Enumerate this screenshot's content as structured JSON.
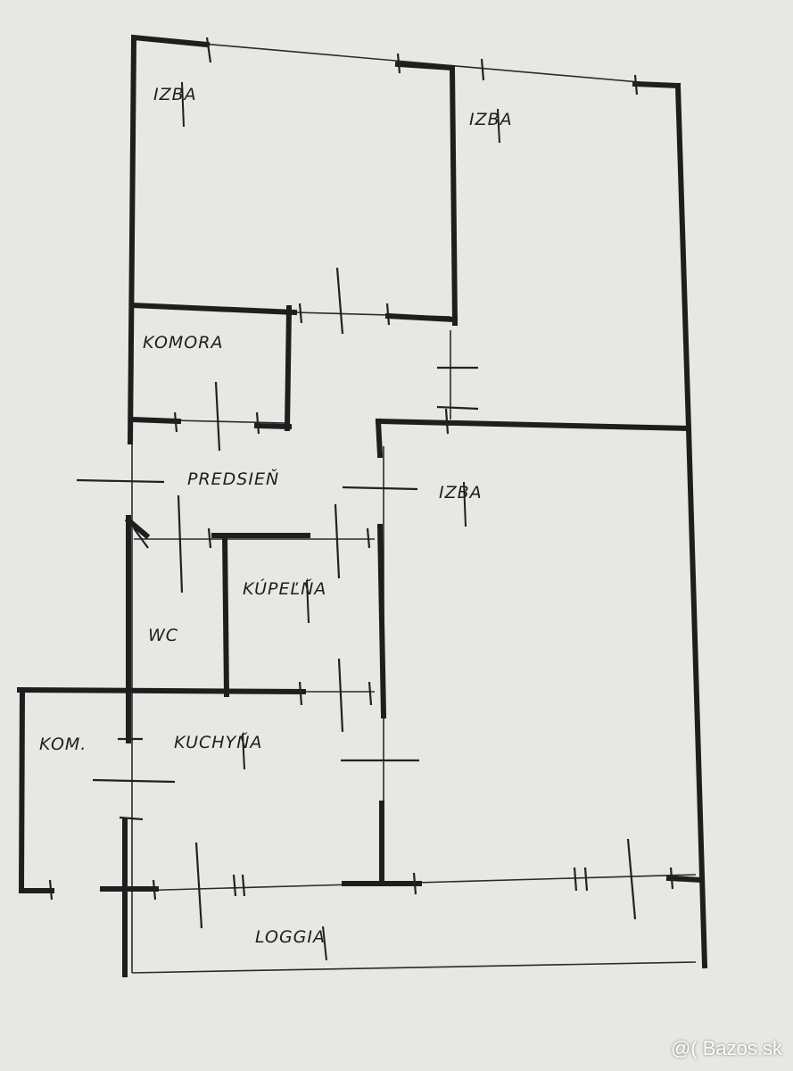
{
  "rooms": {
    "izba_top_left": "IZBA",
    "izba_top_right": "IZBA",
    "komora": "KOMORA",
    "predsien": "PREDSIEŇ",
    "izba_right": "IZBA",
    "kupelna": "KÚPEĽŇA",
    "wc": "WC",
    "kom": "KOM.",
    "kuchyna": "KUCHYŇA",
    "loggia": "LOGGIA"
  },
  "watermark": "@( Bazos.sk",
  "colors": {
    "paper": "#e7e7e4",
    "ink": "#1e1e1e"
  }
}
